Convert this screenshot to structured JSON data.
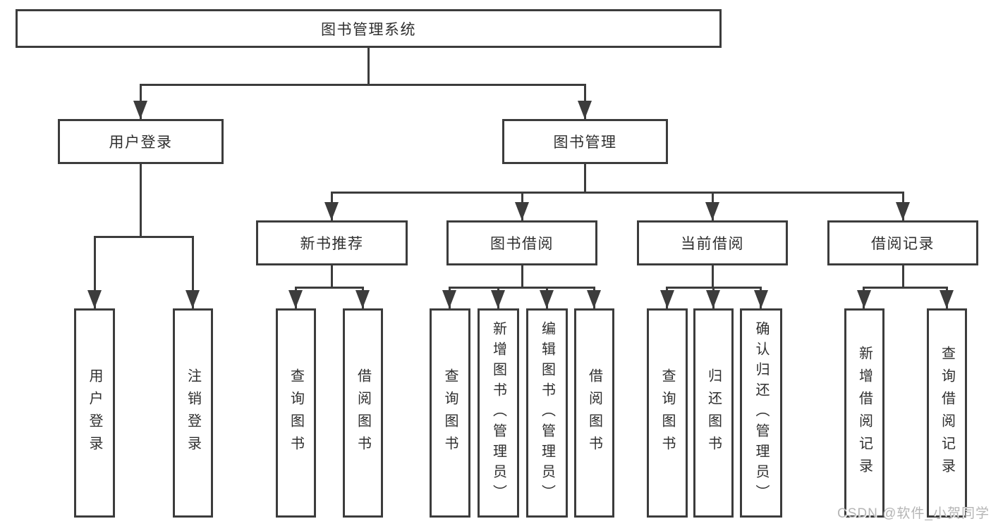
{
  "colors": {
    "line": "#3c3c3c",
    "text": "#2f2f2f",
    "bg": "#ffffff",
    "watermark": "#b5b5b5"
  },
  "tree": {
    "root": {
      "label": "图书管理系统"
    },
    "branches": [
      {
        "label": "用户登录",
        "children": [
          {
            "label": "用户登录"
          },
          {
            "label": "注销登录"
          }
        ]
      },
      {
        "label": "图书管理",
        "children": [
          {
            "label": "新书推荐",
            "children": [
              {
                "label": "查询图书"
              },
              {
                "label": "借阅图书"
              }
            ]
          },
          {
            "label": "图书借阅",
            "children": [
              {
                "label": "查询图书"
              },
              {
                "label": "新增图书（管理员）"
              },
              {
                "label": "编辑图书（管理员）"
              },
              {
                "label": "借阅图书"
              }
            ]
          },
          {
            "label": "当前借阅",
            "children": [
              {
                "label": "查询图书"
              },
              {
                "label": "归还图书"
              },
              {
                "label": "确认归还（管理员）"
              }
            ]
          },
          {
            "label": "借阅记录",
            "children": [
              {
                "label": "新增借阅记录"
              },
              {
                "label": "查询借阅记录"
              }
            ]
          }
        ]
      }
    ]
  },
  "watermark": {
    "text": "CSDN @软件_小贺同学"
  }
}
